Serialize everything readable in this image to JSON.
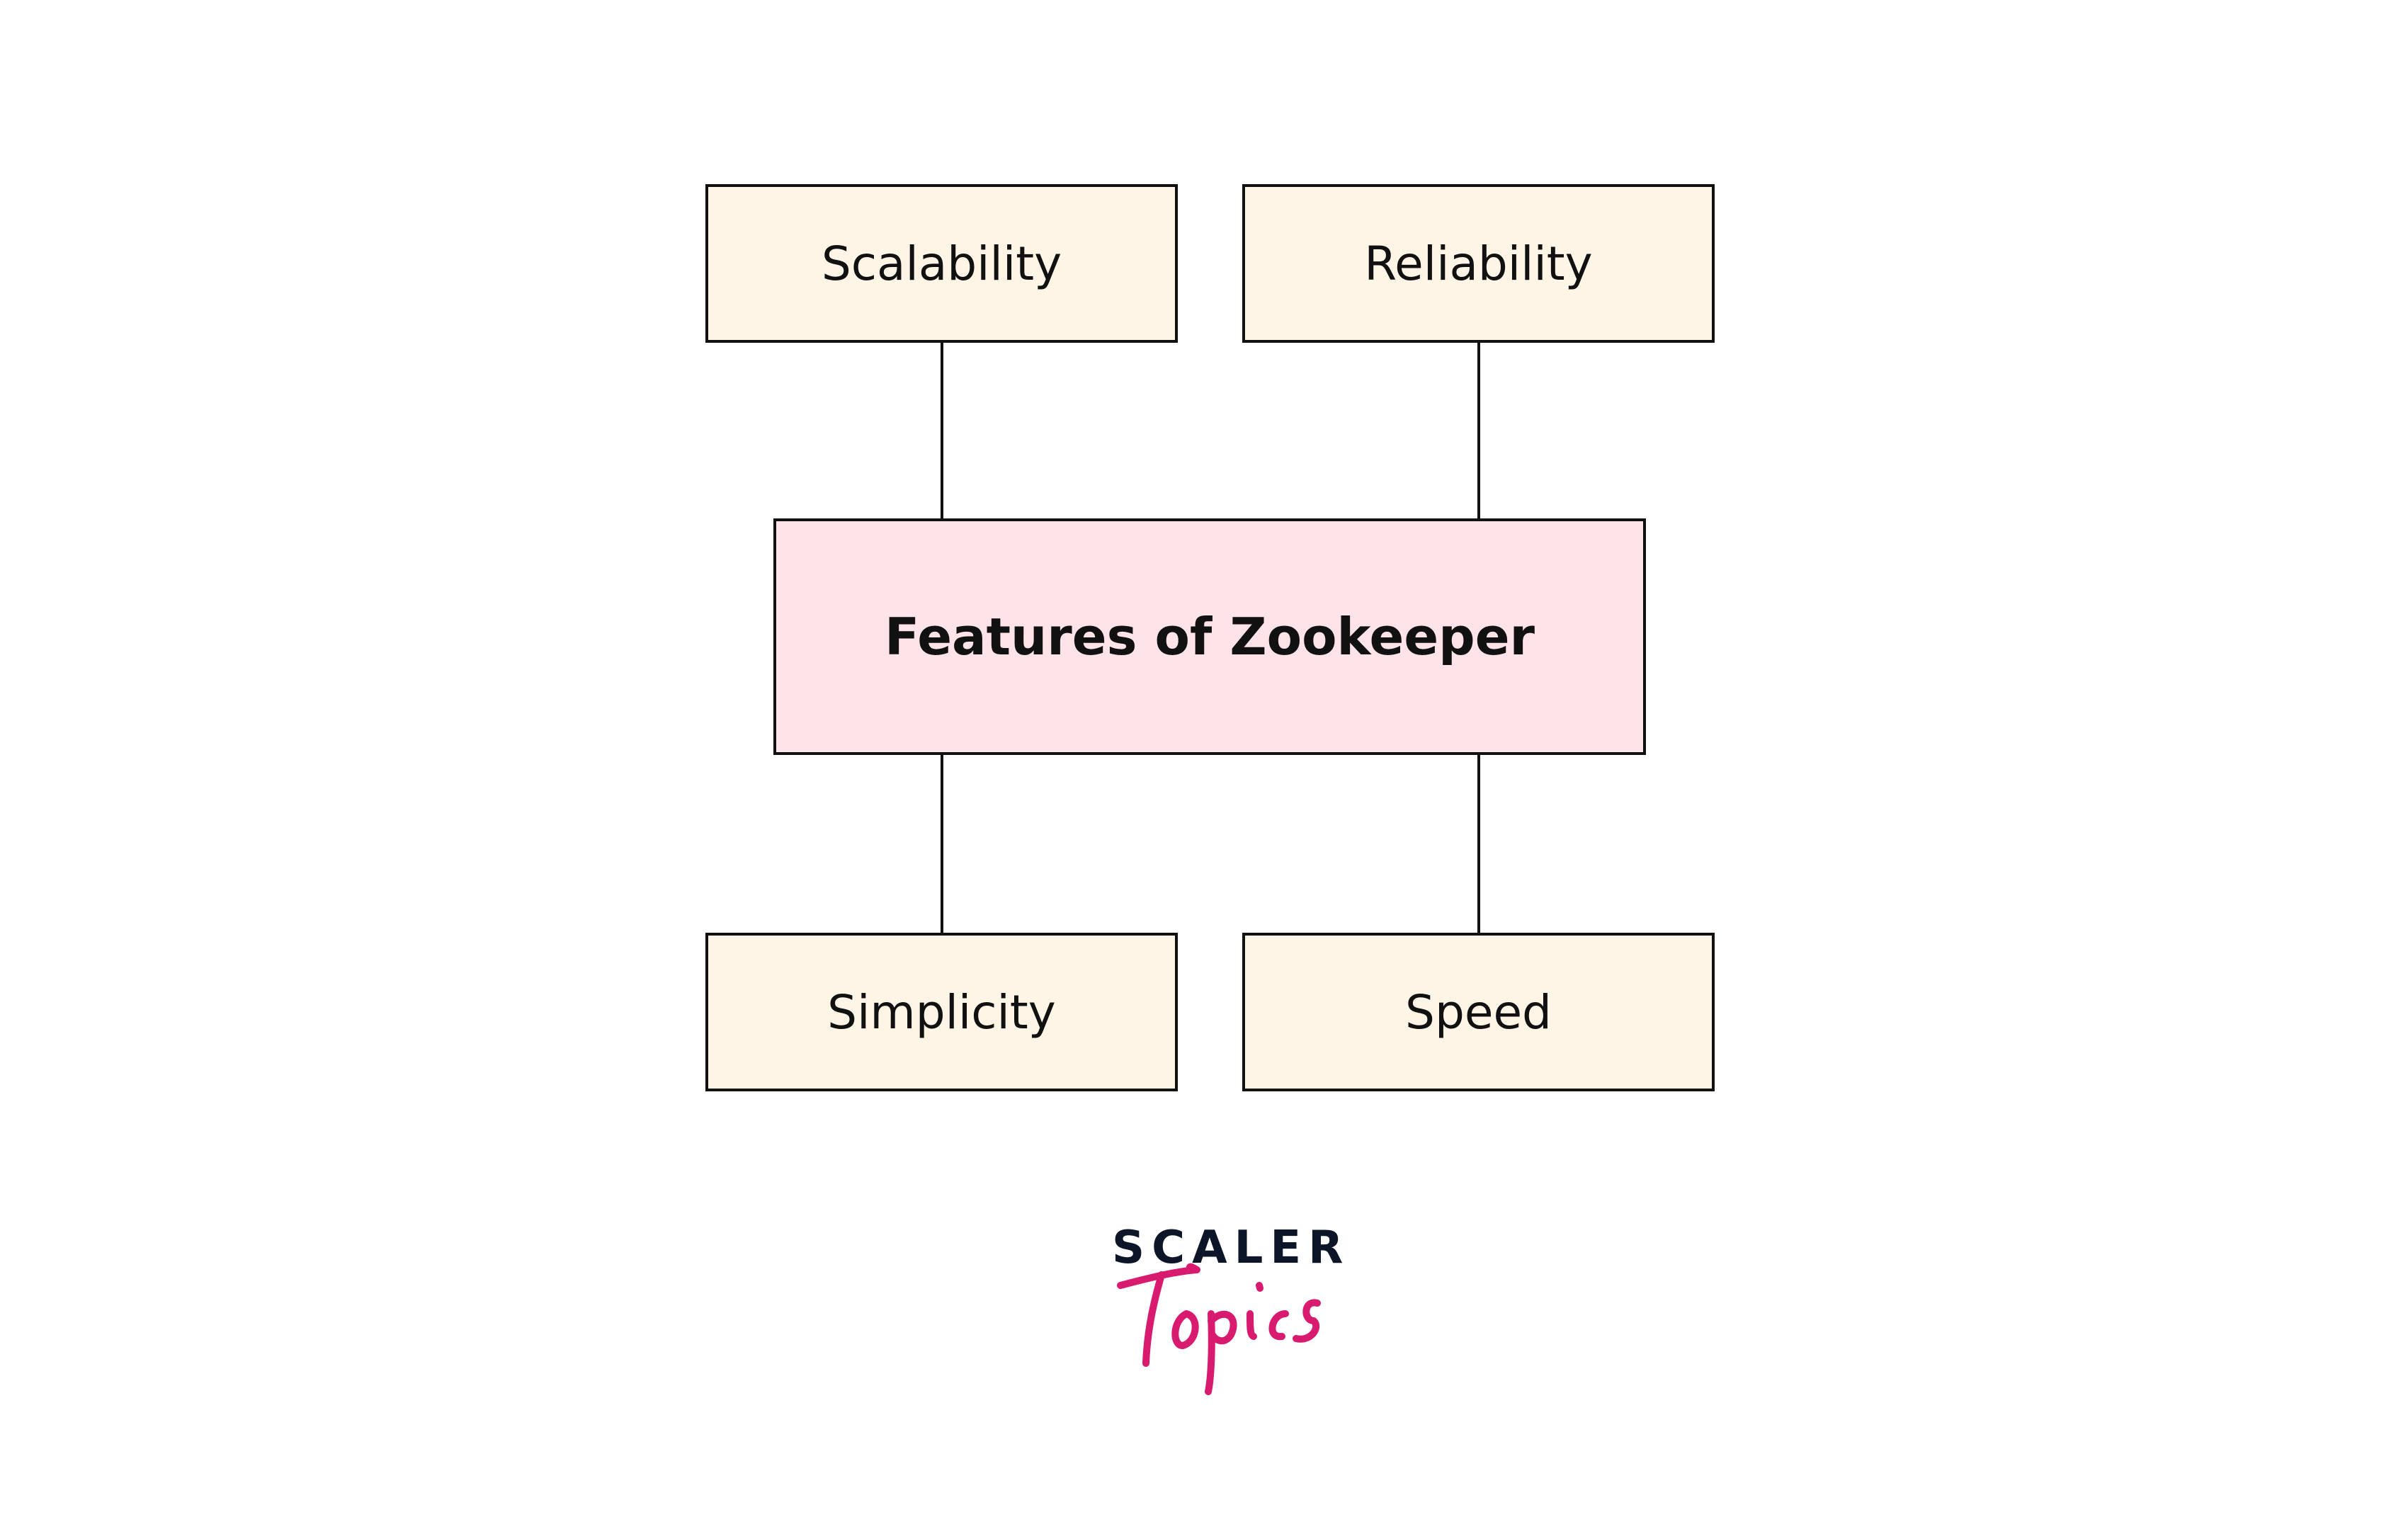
{
  "diagram": {
    "center": {
      "label": "Features of Zookeeper"
    },
    "features": [
      {
        "label": "Scalability"
      },
      {
        "label": "Reliability"
      },
      {
        "label": "Simplicity"
      },
      {
        "label": "Speed"
      }
    ]
  },
  "logo": {
    "line1": "SCALER",
    "line2": "Topics"
  },
  "colors": {
    "center_fill": "#fee4e9",
    "leaf_fill": "#fef5e7",
    "logo_dark": "#0d1628",
    "logo_pink": "#d81b6e"
  }
}
